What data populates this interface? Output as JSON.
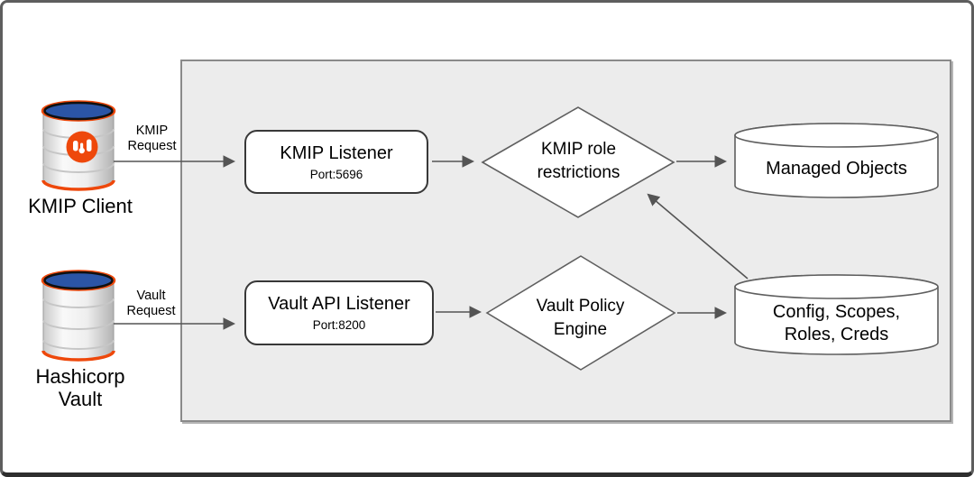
{
  "nodes": {
    "kmip_client": {
      "label": "KMIP Client",
      "icon": "database-cylinder-edb-logo"
    },
    "hashicorp_vault": {
      "label_line1": "Hashicorp",
      "label_line2": "Vault",
      "icon": "database-cylinder"
    },
    "kmip_listener": {
      "title": "KMIP Listener",
      "subtitle": "Port:5696"
    },
    "vault_api_listener": {
      "title": "Vault API Listener",
      "subtitle": "Port:8200"
    },
    "kmip_role_restrictions": {
      "line1": "KMIP role",
      "line2": "restrictions"
    },
    "vault_policy_engine": {
      "line1": "Vault Policy",
      "line2": "Engine"
    },
    "managed_objects": {
      "label": "Managed Objects"
    },
    "config_store": {
      "line1": "Config, Scopes,",
      "line2": "Roles, Creds"
    }
  },
  "edges": {
    "kmip_request": {
      "line1": "KMIP",
      "line2": "Request"
    },
    "vault_request": {
      "line1": "Vault",
      "line2": "Request"
    }
  },
  "colors": {
    "panel_bg": "#ececec",
    "accent_orange": "#ee480b",
    "database_top_blue": "#2b55a6",
    "arrow_gray": "#545454",
    "shape_stroke": "#5f5f5f"
  }
}
